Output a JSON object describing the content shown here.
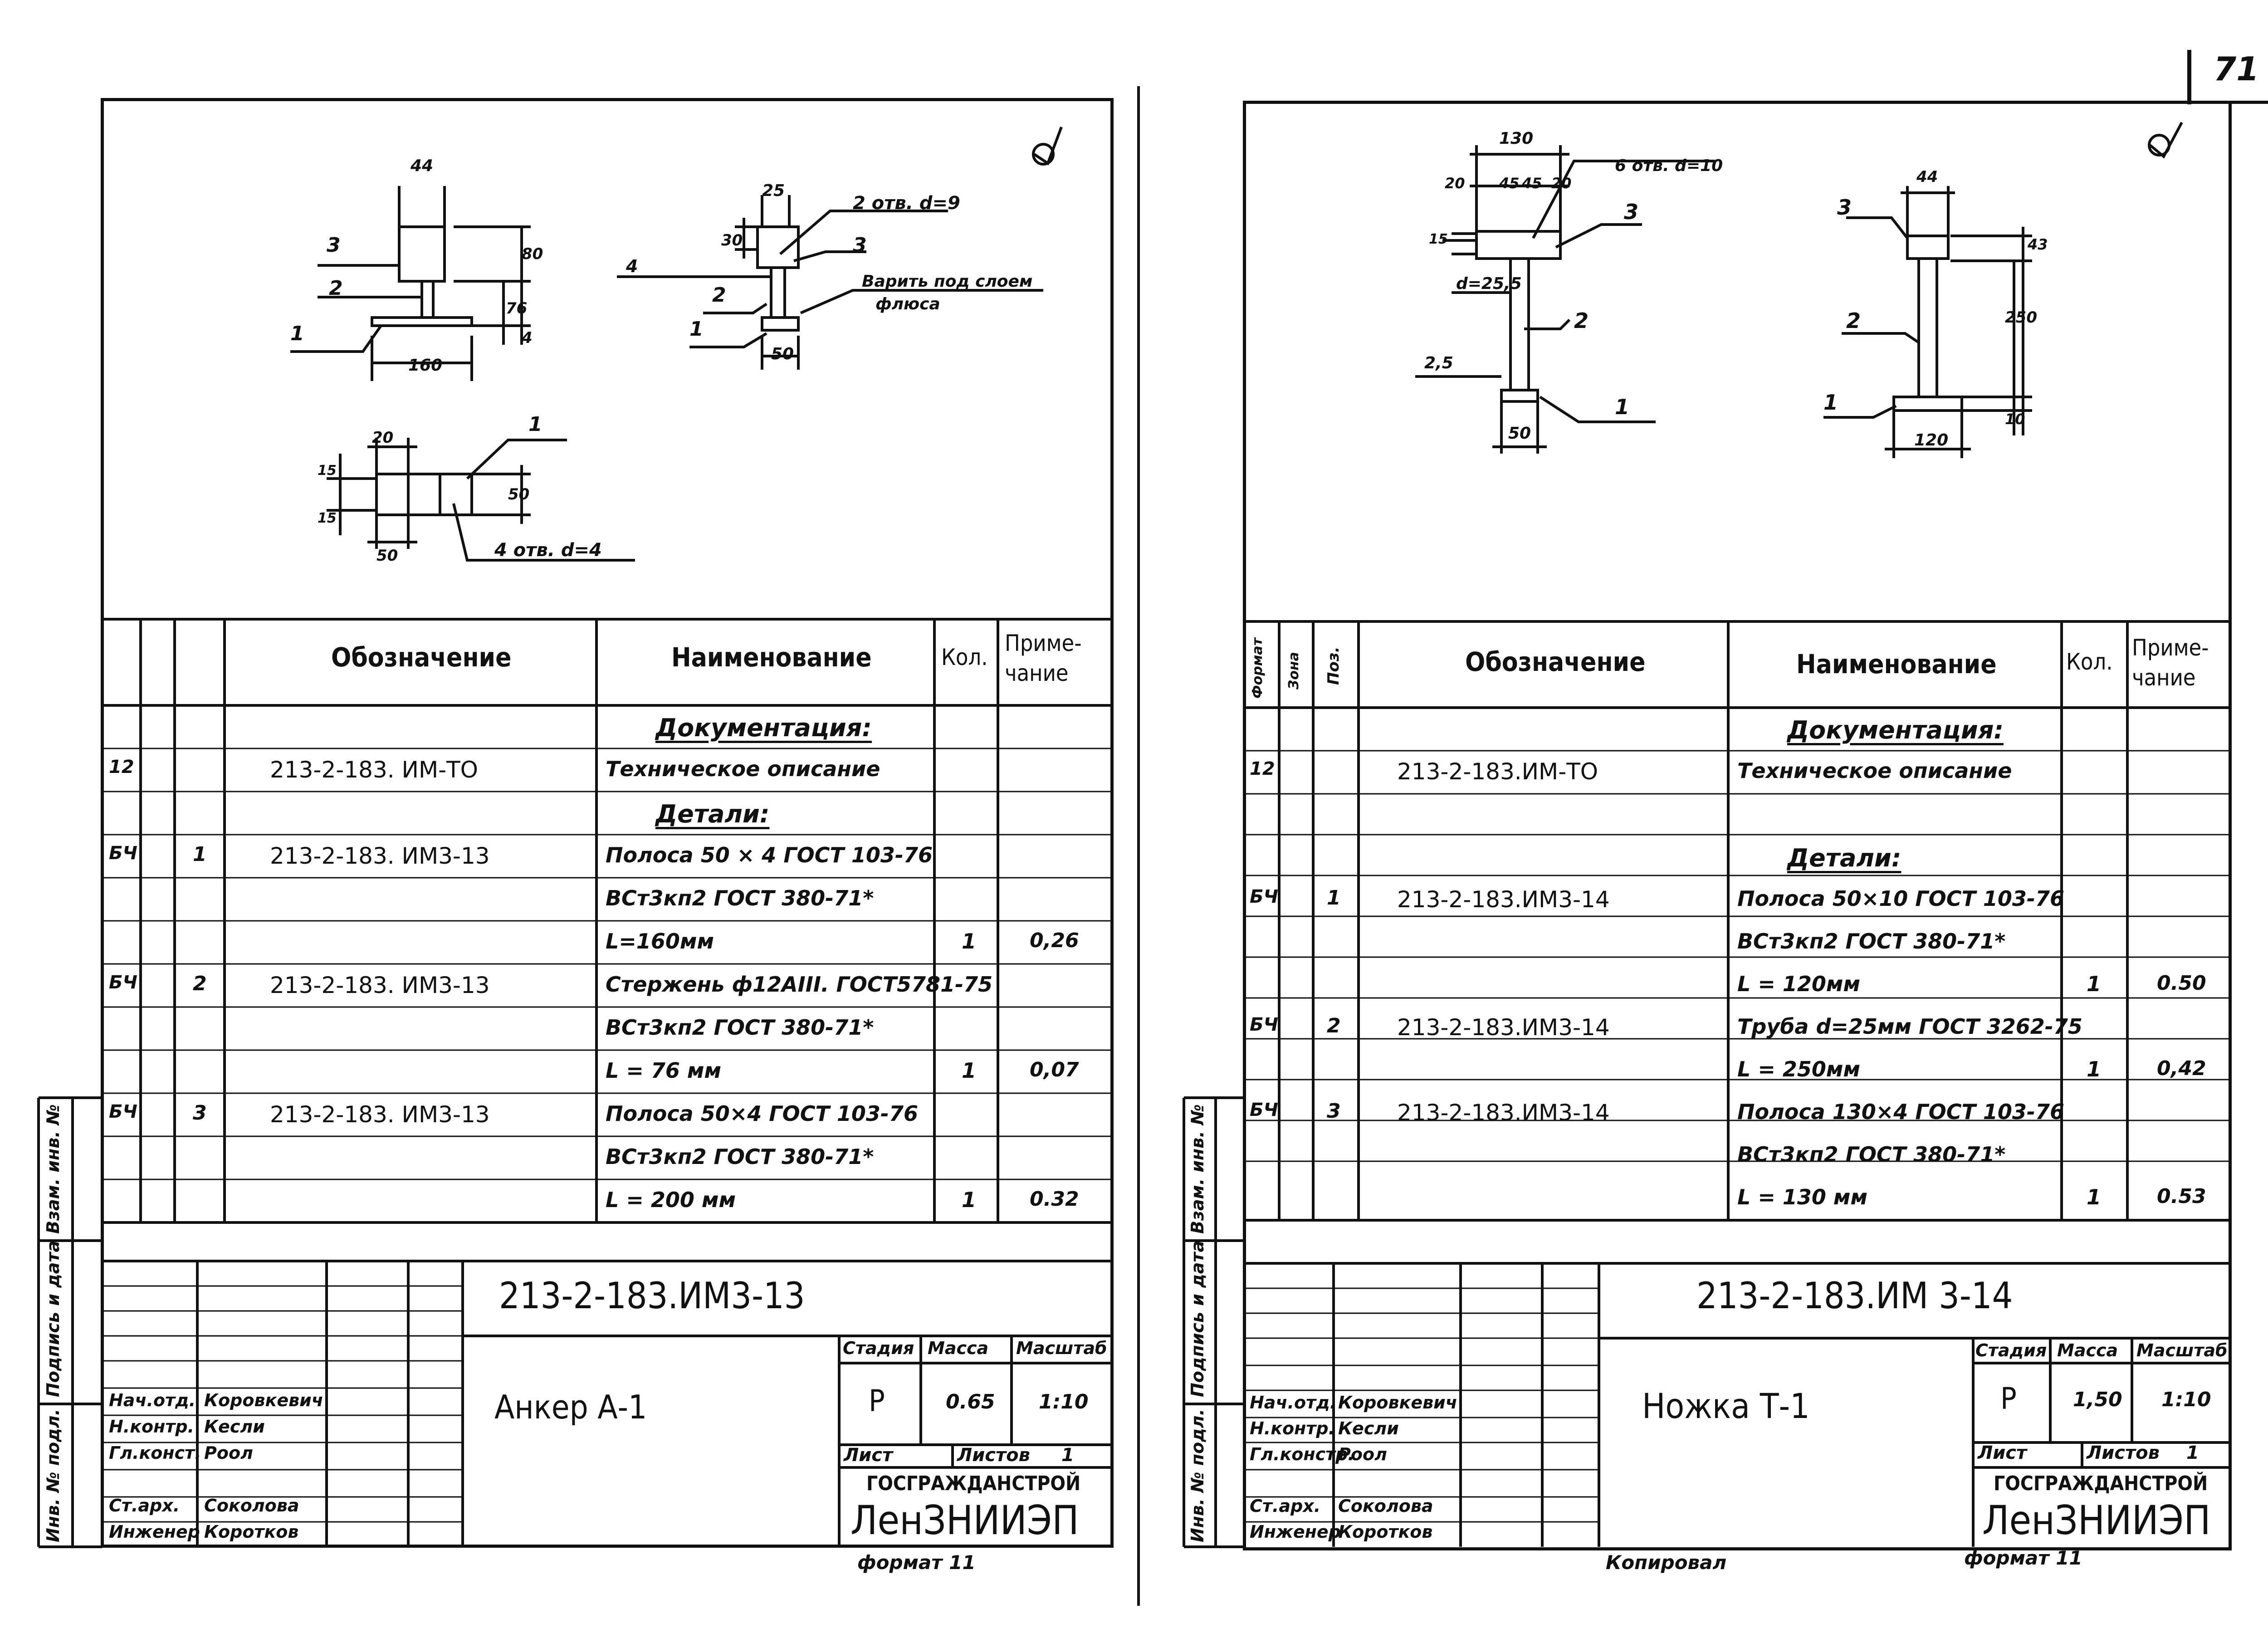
{
  "page_number": "71",
  "footer": {
    "left_format": "формат 11",
    "copied": "Копировал",
    "right_format": "формат 11"
  },
  "left": {
    "drawing": {
      "checkmark": "✓",
      "labels": {
        "w44": "44",
        "d25": "25",
        "h30": "30",
        "holes2": "2 отв. d=9",
        "n3a": "3",
        "n3b": "3",
        "n2a": "2",
        "n2b": "2",
        "n1a": "1",
        "n1b": "1",
        "n1c": "1",
        "h80": "80",
        "h76": "76",
        "h4": "4",
        "w160": "160",
        "w50": "50",
        "weld4": "4",
        "weldnote": "Варить под слоем",
        "weldnote2": "флюса",
        "w20": "20",
        "w50b": "50",
        "h50": "50",
        "holes4": "4 отв. d=4",
        "h15a": "15",
        "h15b": "15"
      }
    },
    "table": {
      "headers": {
        "designation": "Обозначение",
        "name": "Наименование",
        "qty": "Кол.",
        "note": "Приме-\nчание"
      },
      "rows": [
        {
          "fmt": "",
          "zone": "",
          "pos": "",
          "designation": "",
          "name": "Документация:",
          "qty": "",
          "note": ""
        },
        {
          "fmt": "12",
          "zone": "",
          "pos": "",
          "designation": "213-2-183. ИМ-ТО",
          "name": "Техническое описание",
          "qty": "",
          "note": ""
        },
        {
          "fmt": "",
          "zone": "",
          "pos": "",
          "designation": "",
          "name": "Детали:",
          "qty": "",
          "note": ""
        },
        {
          "fmt": "БЧ",
          "zone": "",
          "pos": "1",
          "designation": "213-2-183. ИМ3-13",
          "name": "Полоса 50 × 4  ГОСТ 103-76",
          "qty": "",
          "note": ""
        },
        {
          "fmt": "",
          "zone": "",
          "pos": "",
          "designation": "",
          "name": "ВСт3кп2   ГОСТ 380-71*",
          "qty": "",
          "note": ""
        },
        {
          "fmt": "",
          "zone": "",
          "pos": "",
          "designation": "",
          "name": "L=160мм",
          "qty": "1",
          "note": "0,26"
        },
        {
          "fmt": "БЧ",
          "zone": "",
          "pos": "2",
          "designation": "213-2-183. ИМ3-13",
          "name": "Стержень ф12АIII. ГОСТ5781-75",
          "qty": "",
          "note": ""
        },
        {
          "fmt": "",
          "zone": "",
          "pos": "",
          "designation": "",
          "name": "ВСт3кп2   ГОСТ 380-71*",
          "qty": "",
          "note": ""
        },
        {
          "fmt": "",
          "zone": "",
          "pos": "",
          "designation": "",
          "name": "L = 76 мм",
          "qty": "1",
          "note": "0,07"
        },
        {
          "fmt": "БЧ",
          "zone": "",
          "pos": "3",
          "designation": "213-2-183. ИМ3-13",
          "name": "Полоса 50×4   ГОСТ 103-76",
          "qty": "",
          "note": ""
        },
        {
          "fmt": "",
          "zone": "",
          "pos": "",
          "designation": "",
          "name": "ВСт3кп2   ГОСТ 380-71*",
          "qty": "",
          "note": ""
        },
        {
          "fmt": "",
          "zone": "",
          "pos": "",
          "designation": "",
          "name": "L = 200 мм",
          "qty": "1",
          "note": "0.32"
        }
      ]
    },
    "side_labels": [
      "Инв. № подл.",
      "Подпись и дата",
      "Взам. инв. №"
    ],
    "title_block": {
      "doc_code": "213-2-183.ИМ3-13",
      "item_name": "Анкер   А-1",
      "stage_label": "Стадия",
      "mass_label": "Масса",
      "scale_label": "Масштаб",
      "stage": "Р",
      "mass": "0.65",
      "scale": "1:10",
      "sheet_label": "Лист",
      "sheets_label": "Листов",
      "sheets": "1",
      "org1": "ГОСГРАЖДАНСТРОЙ",
      "org2": "ЛенЗНИИЭП",
      "people": [
        {
          "role": "Нач.отд.",
          "name": "Коровкевич"
        },
        {
          "role": "Н.контр.",
          "name": "Кесли"
        },
        {
          "role": "Гл.конст.",
          "name": "Роол"
        },
        {
          "role": "",
          "name": ""
        },
        {
          "role": "Ст.арх.",
          "name": "Соколова"
        },
        {
          "role": "Инженер",
          "name": "Коротков"
        }
      ]
    }
  },
  "right": {
    "drawing": {
      "checkmark": "✓",
      "labels": {
        "w130": "130",
        "w20a": "20",
        "w45": "45",
        "w45b": "45",
        "w20b": "20",
        "holes6": "6 отв. d=10",
        "h15": "15",
        "n3a": "3",
        "d25": "d=25,5",
        "n2a": "2",
        "weld25": "2,5",
        "n1a": "1",
        "w50": "50",
        "w44": "44",
        "n3b": "3",
        "h43": "43",
        "h250": "250",
        "n2b": "2",
        "h10": "10",
        "n1b": "1",
        "w120": "120"
      }
    },
    "table": {
      "headers": {
        "fmt": "Формат",
        "zone": "Зона",
        "pos": "Поз.",
        "designation": "Обозначение",
        "name": "Наименование",
        "qty": "Кол.",
        "note": "Приме-\nчание"
      },
      "rows": [
        {
          "fmt": "",
          "zone": "",
          "pos": "",
          "designation": "",
          "name": "Документация:",
          "qty": "",
          "note": ""
        },
        {
          "fmt": "12",
          "zone": "",
          "pos": "",
          "designation": "213-2-183.ИМ-ТО",
          "name": "Техническое описание",
          "qty": "",
          "note": ""
        },
        {
          "fmt": "",
          "zone": "",
          "pos": "",
          "designation": "",
          "name": "",
          "qty": "",
          "note": ""
        },
        {
          "fmt": "",
          "zone": "",
          "pos": "",
          "designation": "",
          "name": "Детали:",
          "qty": "",
          "note": ""
        },
        {
          "fmt": "БЧ",
          "zone": "",
          "pos": "1",
          "designation": "213-2-183.ИМ3-14",
          "name": "Полоса 50×10  ГОСТ 103-76",
          "qty": "",
          "note": ""
        },
        {
          "fmt": "",
          "zone": "",
          "pos": "",
          "designation": "",
          "name": "ВСт3кп2   ГОСТ 380-71*",
          "qty": "",
          "note": ""
        },
        {
          "fmt": "",
          "zone": "",
          "pos": "",
          "designation": "",
          "name": "L = 120мм",
          "qty": "1",
          "note": "0.50"
        },
        {
          "fmt": "БЧ",
          "zone": "",
          "pos": "2",
          "designation": "213-2-183.ИМ3-14",
          "name": "Труба d=25мм  ГОСТ 3262-75",
          "qty": "",
          "note": ""
        },
        {
          "fmt": "",
          "zone": "",
          "pos": "",
          "designation": "",
          "name": "L = 250мм",
          "qty": "1",
          "note": "0,42"
        },
        {
          "fmt": "БЧ",
          "zone": "",
          "pos": "3",
          "designation": "213-2-183.ИМ3-14",
          "name": "Полоса 130×4   ГОСТ 103-76",
          "qty": "",
          "note": ""
        },
        {
          "fmt": "",
          "zone": "",
          "pos": "",
          "designation": "",
          "name": "ВСт3кп2   ГОСТ 380-71*",
          "qty": "",
          "note": ""
        },
        {
          "fmt": "",
          "zone": "",
          "pos": "",
          "designation": "",
          "name": "L = 130 мм",
          "qty": "1",
          "note": "0.53"
        }
      ]
    },
    "side_labels": [
      "Инв. № подл.",
      "Подпись и дата",
      "Взам. инв. №"
    ],
    "title_block": {
      "doc_code": "213-2-183.ИМ 3-14",
      "item_name": "Ножка   Т-1",
      "stage_label": "Стадия",
      "mass_label": "Масса",
      "scale_label": "Масштаб",
      "stage": "Р",
      "mass": "1,50",
      "scale": "1:10",
      "sheet_label": "Лист",
      "sheets_label": "Листов",
      "sheets": "1",
      "org1": "ГОСГРАЖДАНСТРОЙ",
      "org2": "ЛенЗНИИЭП",
      "people": [
        {
          "role": "Нач.отд.",
          "name": "Коровкевич"
        },
        {
          "role": "Н.контр.",
          "name": "Кесли"
        },
        {
          "role": "Гл.констр.",
          "name": "Роол"
        },
        {
          "role": "",
          "name": ""
        },
        {
          "role": "Ст.арх.",
          "name": "Соколова"
        },
        {
          "role": "Инженер",
          "name": "Коротков"
        }
      ]
    }
  }
}
